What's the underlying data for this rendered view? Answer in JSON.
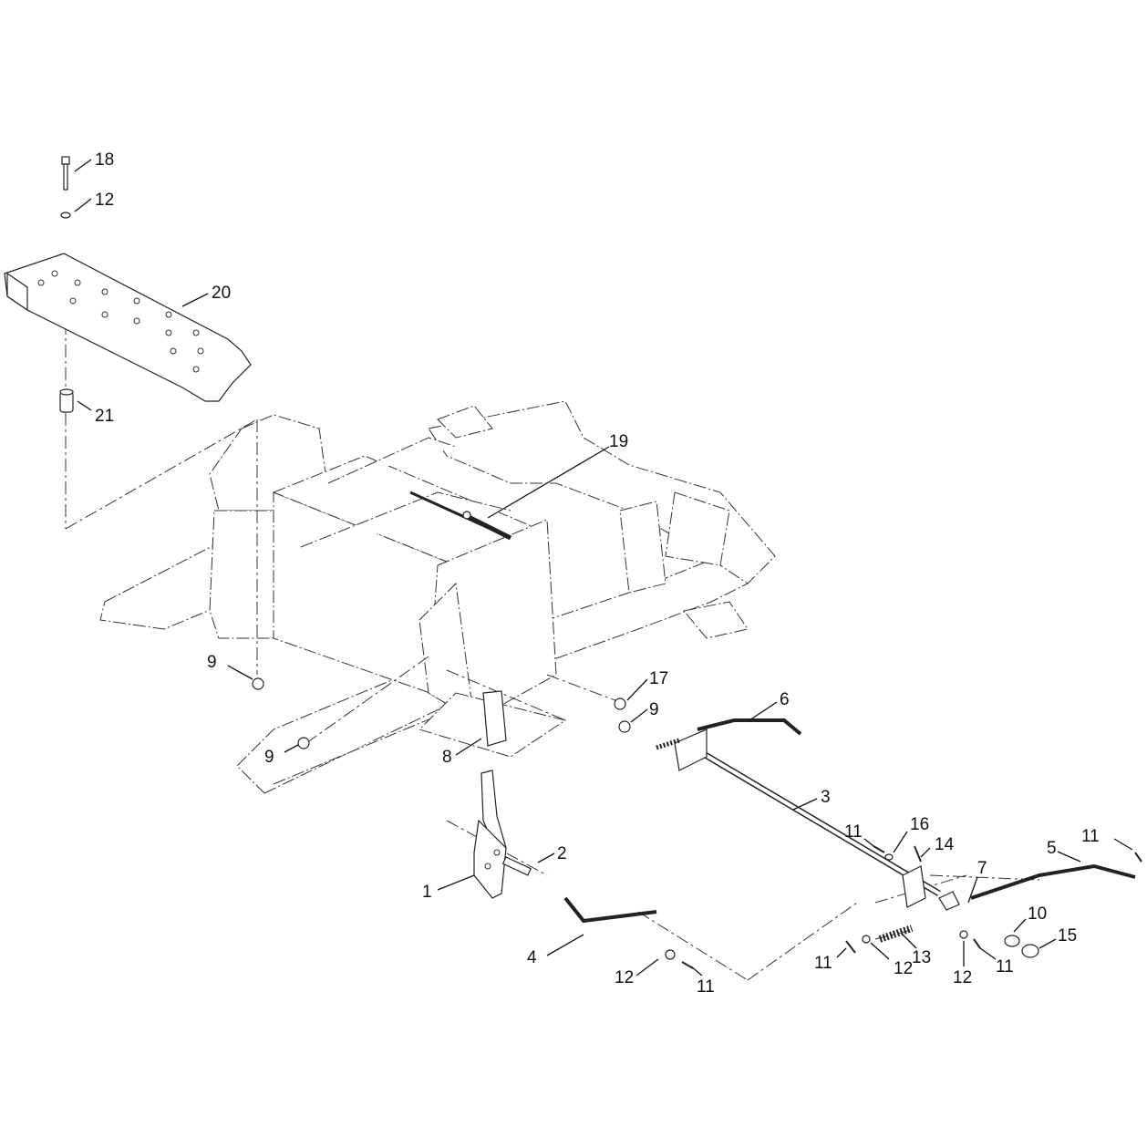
{
  "callouts": [
    {
      "id": "c18",
      "label": "18"
    },
    {
      "id": "c12a",
      "label": "12"
    },
    {
      "id": "c20",
      "label": "20"
    },
    {
      "id": "c21",
      "label": "21"
    },
    {
      "id": "c19",
      "label": "19"
    },
    {
      "id": "c9a",
      "label": "9"
    },
    {
      "id": "c9b",
      "label": "9"
    },
    {
      "id": "c9c",
      "label": "9"
    },
    {
      "id": "c17",
      "label": "17"
    },
    {
      "id": "c6",
      "label": "6"
    },
    {
      "id": "c8",
      "label": "8"
    },
    {
      "id": "c3",
      "label": "3"
    },
    {
      "id": "c2",
      "label": "2"
    },
    {
      "id": "c1",
      "label": "1"
    },
    {
      "id": "c4",
      "label": "4"
    },
    {
      "id": "c12b",
      "label": "12"
    },
    {
      "id": "c11a",
      "label": "11"
    },
    {
      "id": "c11b",
      "label": "11"
    },
    {
      "id": "c16",
      "label": "16"
    },
    {
      "id": "c14",
      "label": "14"
    },
    {
      "id": "c7",
      "label": "7"
    },
    {
      "id": "c5",
      "label": "5"
    },
    {
      "id": "c11c",
      "label": "11"
    },
    {
      "id": "c10",
      "label": "10"
    },
    {
      "id": "c15",
      "label": "15"
    },
    {
      "id": "c11d",
      "label": "11"
    },
    {
      "id": "c12c",
      "label": "12"
    },
    {
      "id": "c13",
      "label": "13"
    },
    {
      "id": "c12d",
      "label": "12"
    },
    {
      "id": "c11e",
      "label": "11"
    }
  ]
}
